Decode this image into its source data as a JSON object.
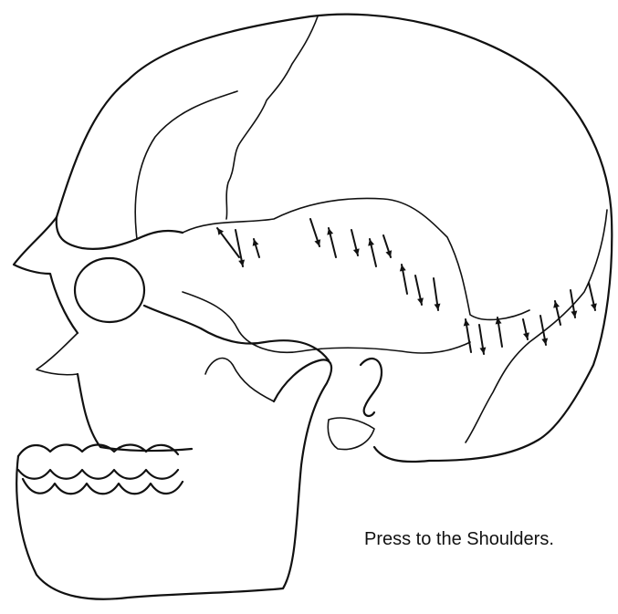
{
  "caption": "Press to the Shoulders.",
  "colors": {
    "line": "#111111",
    "background": "#ffffff"
  },
  "arrows": [
    {
      "direction": "up"
    },
    {
      "direction": "down"
    },
    {
      "direction": "up"
    },
    {
      "direction": "down"
    },
    {
      "direction": "up"
    },
    {
      "direction": "down"
    },
    {
      "direction": "up"
    },
    {
      "direction": "down"
    },
    {
      "direction": "up"
    },
    {
      "direction": "down"
    },
    {
      "direction": "down"
    },
    {
      "direction": "up"
    },
    {
      "direction": "down"
    },
    {
      "direction": "up"
    },
    {
      "direction": "down"
    },
    {
      "direction": "down"
    },
    {
      "direction": "up"
    },
    {
      "direction": "down"
    },
    {
      "direction": "down"
    }
  ]
}
